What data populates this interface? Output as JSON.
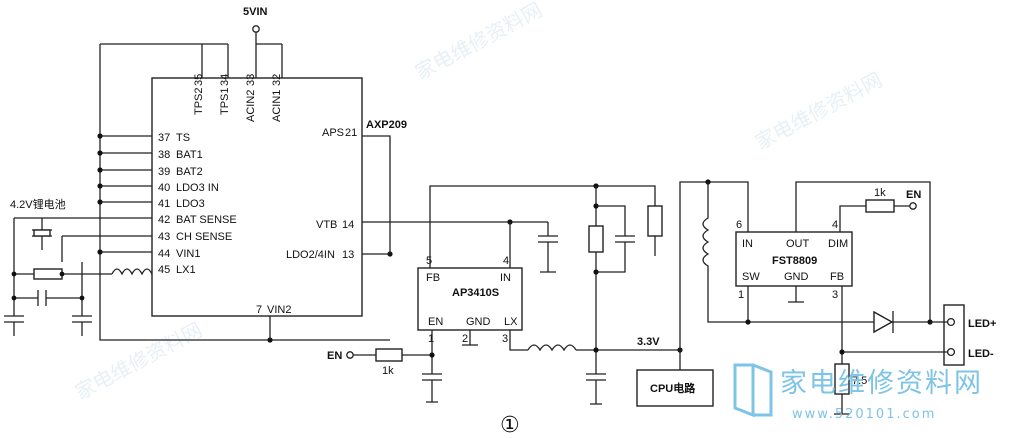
{
  "supply": {
    "label": "5VIN"
  },
  "battery": {
    "label": "4.2V锂电池"
  },
  "axp209": {
    "name": "AXP209",
    "top_pins": [
      {
        "name": "TPS2",
        "num": "35"
      },
      {
        "name": "TPS1",
        "num": "34"
      },
      {
        "name": "ACIN2",
        "num": "33"
      },
      {
        "name": "ACIN1",
        "num": "32"
      }
    ],
    "left_pins": [
      {
        "num": "37",
        "name": "TS"
      },
      {
        "num": "38",
        "name": "BAT1"
      },
      {
        "num": "39",
        "name": "BAT2"
      },
      {
        "num": "40",
        "name": "LDO3 IN"
      },
      {
        "num": "41",
        "name": "LDO3"
      },
      {
        "num": "42",
        "name": "BAT SENSE"
      },
      {
        "num": "43",
        "name": "CH SENSE"
      },
      {
        "num": "44",
        "name": "VIN1"
      },
      {
        "num": "45",
        "name": "LX1"
      }
    ],
    "right_pins": [
      {
        "name": "APS",
        "num": "21"
      },
      {
        "name": "VTB",
        "num": "14"
      },
      {
        "name": "LDO2/4IN",
        "num": "13"
      }
    ],
    "bottom_pin": {
      "num": "7",
      "name": "VIN2"
    }
  },
  "ap3410": {
    "name": "AP3410S",
    "pins": {
      "fb": "FB",
      "fb_num": "5",
      "in": "IN",
      "in_num": "4",
      "en": "EN",
      "en_num": "1",
      "gnd": "GND",
      "gnd_num": "2",
      "lx": "LX",
      "lx_num": "3"
    }
  },
  "en_input": {
    "label": "EN",
    "resistor": "1k"
  },
  "rail_33": {
    "label": "3.3V"
  },
  "cpu": {
    "label": "CPU电路"
  },
  "fst8809": {
    "name": "FST8809",
    "pins": {
      "in": "IN",
      "out": "OUT",
      "dim": "DIM",
      "sw": "SW",
      "gnd": "GND",
      "fb": "FB",
      "in_num": "6",
      "dim_num": "4",
      "sw_num": "1",
      "fb_num": "3"
    }
  },
  "dim_input": {
    "resistor": "1k",
    "label": "EN"
  },
  "led": {
    "plus": "LED+",
    "minus": "LED-"
  },
  "fb_resistor": {
    "label": "7.5"
  },
  "figure_marker": "①",
  "watermark": {
    "text": "家电维修资料网",
    "url": "www.520101.com"
  }
}
